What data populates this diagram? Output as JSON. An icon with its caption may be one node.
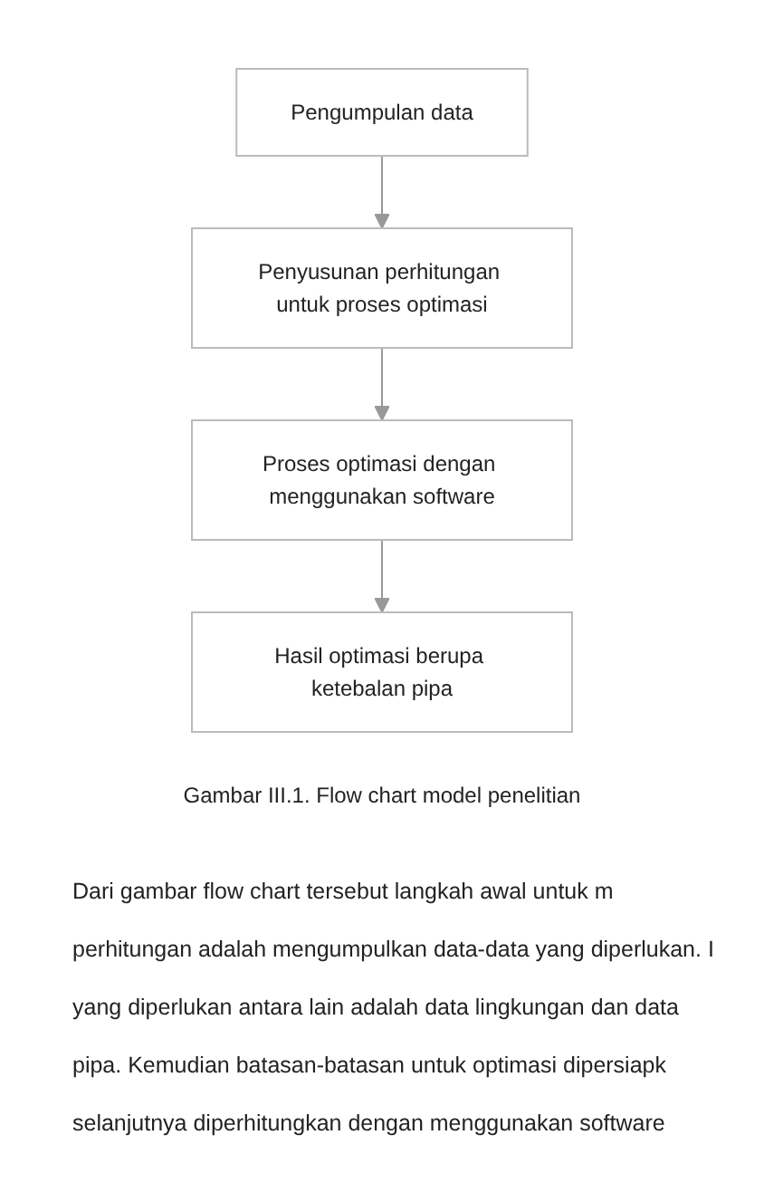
{
  "diagram": {
    "caption": "Gambar III.1. Flow chart model penelitian",
    "nodes": [
      {
        "text": [
          "Pengumpulan data"
        ]
      },
      {
        "text": [
          "Penyusunan perhitungan untuk proses optimasi"
        ]
      },
      {
        "text": [
          "Proses optimasi dengan menggunakan software"
        ]
      },
      {
        "text": [
          "Hasil optimasi berupa ketebalan pipa"
        ]
      }
    ],
    "edges": [
      {
        "from": 0,
        "to": 1,
        "arrow": "to"
      },
      {
        "from": 1,
        "to": 2,
        "arrow": "to"
      },
      {
        "from": 2,
        "to": 3,
        "arrow": "to"
      }
    ],
    "labels": [
      "Dari gambar flow chart tersebut langkah awal untuk m",
      "perhitungan adalah mengumpulkan data-data yang diperlukan. I",
      "yang diperlukan antara lain adalah data lingkungan dan data",
      "pipa. Kemudian batasan-batasan untuk optimasi dipersiapk",
      "selanjutnya diperhitungkan dengan menggunakan software"
    ]
  }
}
